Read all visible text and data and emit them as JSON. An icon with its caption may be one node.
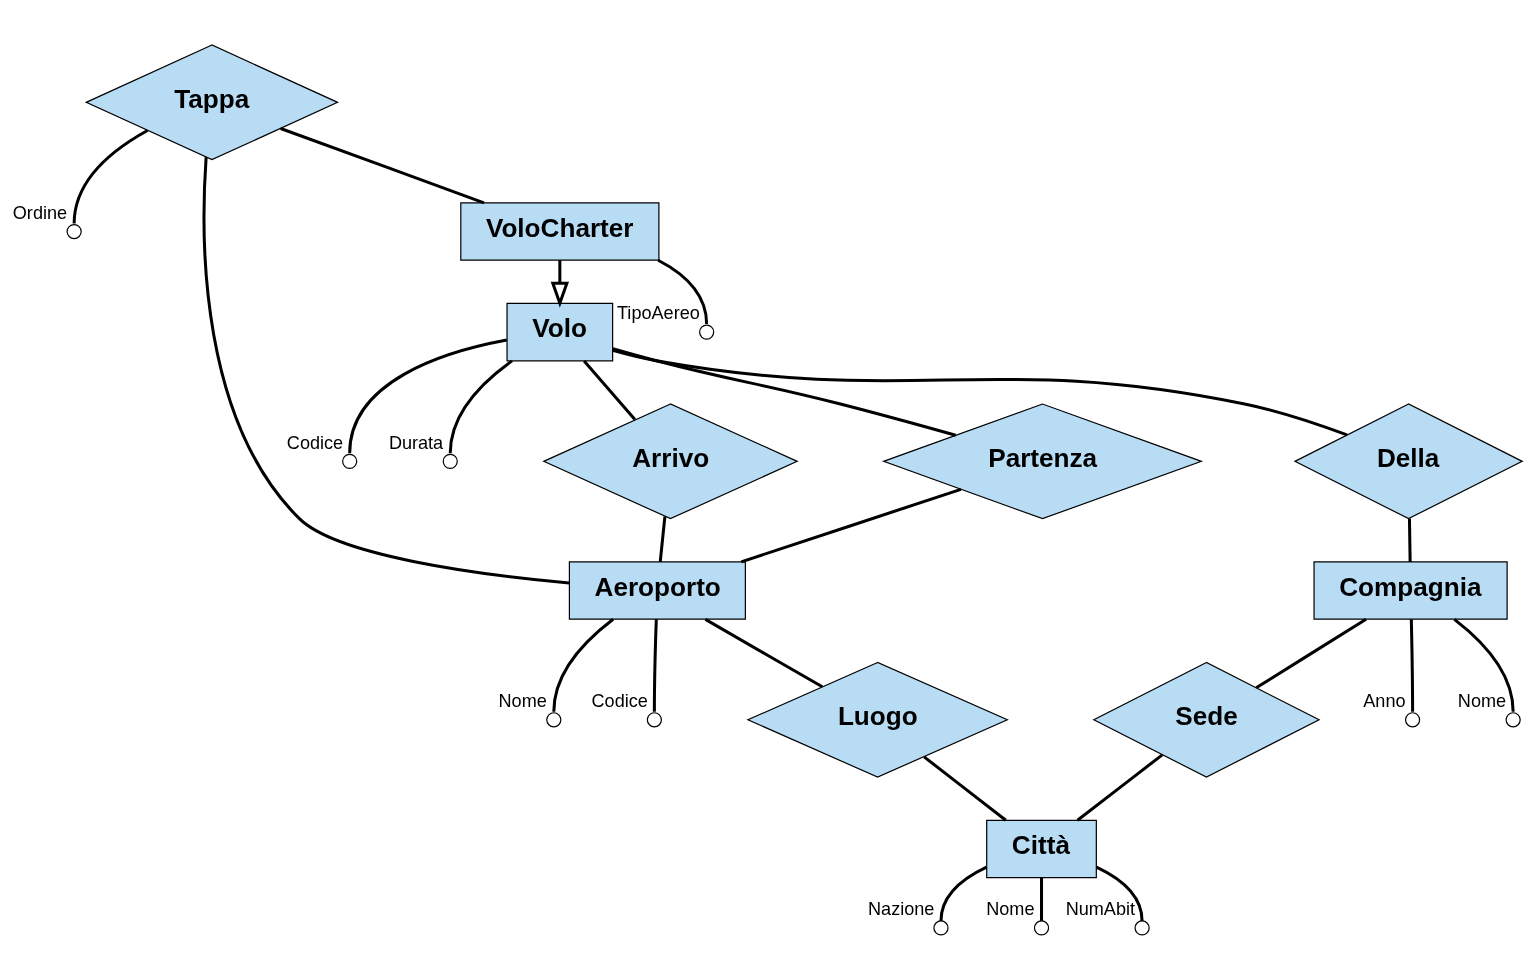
{
  "diagram": {
    "nodes": [
      {
        "text": [
          "Tappa"
        ]
      },
      {
        "text": [],
        "shape": "circle",
        "beside": [
          "Ordine"
        ]
      },
      {
        "text": [],
        "shape": "circle",
        "beside": [
          "Codice"
        ]
      },
      {
        "text": [],
        "shape": "circle",
        "beside": [
          "Durata"
        ]
      },
      {
        "text": [],
        "shape": "circle",
        "beside": [
          "Nome"
        ]
      },
      {
        "text": [],
        "shape": "circle",
        "beside": [
          "Codice"
        ]
      },
      {
        "text": [
          "Volo"
        ]
      },
      {
        "text": [
          "Arrivo"
        ]
      },
      {
        "text": [
          "Aeroporto"
        ]
      },
      {
        "text": [
          "VoloCharter"
        ]
      },
      {
        "text": [
          "Partenza"
        ]
      },
      {
        "text": [
          "Luogo"
        ]
      },
      {
        "text": [],
        "shape": "circle",
        "beside": [
          "TipoAereo"
        ]
      },
      {
        "text": [
          "Della"
        ]
      },
      {
        "text": [
          "Compagnia"
        ]
      },
      {
        "text": [
          "Sede"
        ]
      },
      {
        "text": [
          "Città"
        ]
      },
      {
        "text": [],
        "shape": "circle",
        "beside": [
          "Anno"
        ]
      },
      {
        "text": [],
        "shape": "circle",
        "beside": [
          "Nome"
        ]
      },
      {
        "text": [],
        "shape": "circle",
        "beside": [
          "Nazione"
        ]
      },
      {
        "text": [],
        "shape": "circle",
        "beside": [
          "Nome"
        ]
      },
      {
        "text": [],
        "shape": "circle",
        "beside": [
          "NumAbit"
        ]
      }
    ],
    "edges": [
      {
        "from": 0,
        "to": 1,
        "arrow": "none"
      },
      {
        "from": 0,
        "to": 8,
        "arrow": "none"
      },
      {
        "from": 0,
        "to": 9,
        "arrow": "none"
      },
      {
        "from": 6,
        "to": 2,
        "arrow": "none"
      },
      {
        "from": 6,
        "to": 3,
        "arrow": "none"
      },
      {
        "from": 8,
        "to": 4,
        "arrow": "none"
      },
      {
        "from": 8,
        "to": 5,
        "arrow": "none"
      },
      {
        "from": 6,
        "to": 7,
        "arrow": "none"
      },
      {
        "from": 7,
        "to": 8,
        "arrow": "none"
      },
      {
        "from": 6,
        "to": 10,
        "arrow": "none"
      },
      {
        "from": 10,
        "to": 8,
        "arrow": "none"
      },
      {
        "from": 9,
        "to": 6,
        "arrow": "to"
      },
      {
        "from": 9,
        "to": 12,
        "arrow": "none"
      },
      {
        "from": 6,
        "to": 13,
        "arrow": "none"
      },
      {
        "from": 13,
        "to": 14,
        "arrow": "none"
      },
      {
        "from": 8,
        "to": 11,
        "arrow": "none"
      },
      {
        "from": 11,
        "to": 16,
        "arrow": "none"
      },
      {
        "from": 14,
        "to": 15,
        "arrow": "none"
      },
      {
        "from": 15,
        "to": 16,
        "arrow": "none"
      },
      {
        "from": 14,
        "to": 17,
        "arrow": "none"
      },
      {
        "from": 14,
        "to": 18,
        "arrow": "none"
      },
      {
        "from": 16,
        "to": 19,
        "arrow": "none"
      },
      {
        "from": 16,
        "to": 20,
        "arrow": "none"
      },
      {
        "from": 16,
        "to": 21,
        "arrow": "none"
      }
    ]
  }
}
